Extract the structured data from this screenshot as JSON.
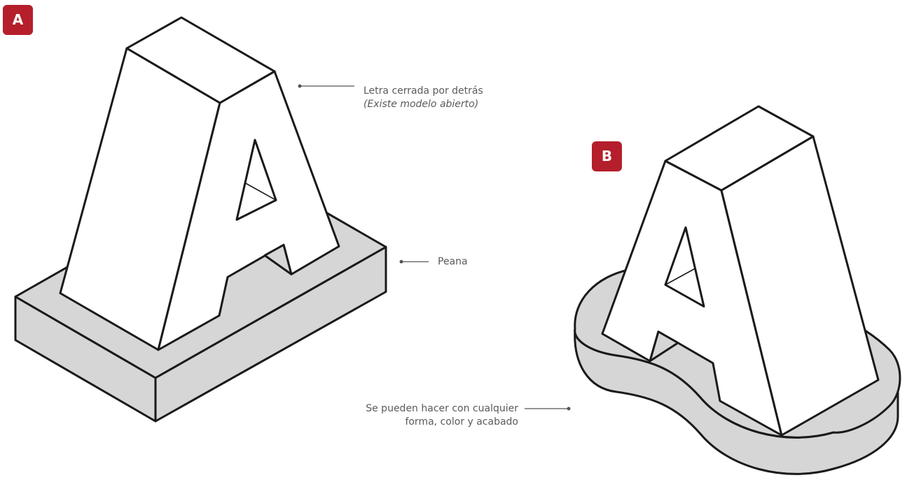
{
  "diagram": {
    "badges": {
      "a": "A",
      "b": "B"
    },
    "annotations": {
      "letra_line1": "Letra cerrada por detrás",
      "letra_line2": "(Existe modelo abierto)",
      "peana": "Peana",
      "forma_line1": "Se pueden hacer con cualquier",
      "forma_line2": "forma, color y acabado"
    },
    "colors": {
      "badge": "#b41f2b",
      "base_fill": "#d6d6d6",
      "letter_fill": "#ffffff",
      "outline": "#1a1a1a",
      "annotation_text": "#5a5a5a"
    }
  }
}
